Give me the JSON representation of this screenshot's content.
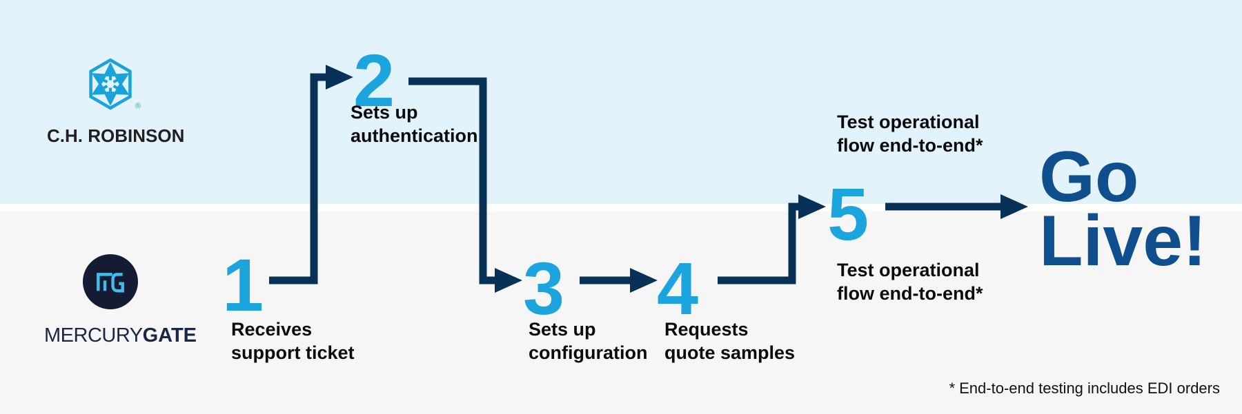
{
  "colors": {
    "top_band": "#e2f3fb",
    "bottom_band": "#f6f6f6",
    "lane_divider": "#ffffff",
    "step_number_blue": "#1ca4df",
    "connector_navy": "#083158",
    "go_live_blue": "#0f4f8d",
    "chr_logo_blue": "#18a3dc",
    "chr_text": "#231f20",
    "mg_circle_navy": "#141b33",
    "mg_monogram_blue": "#47b9ea",
    "mg_text_navy": "#1b2545",
    "label_text": "#0b0b0b"
  },
  "chr": {
    "wordmark": "C.H. ROBINSON",
    "registered_mark": "®"
  },
  "mercurygate": {
    "wordmark_regular": "MERCURY",
    "wordmark_bold": "GATE"
  },
  "steps": [
    {
      "number": "1",
      "lines": [
        "Receives",
        "support ticket"
      ]
    },
    {
      "number": "2",
      "lines": [
        "Sets up",
        "authentication"
      ]
    },
    {
      "number": "3",
      "lines": [
        "Sets up",
        "configuration"
      ]
    },
    {
      "number": "4",
      "lines": [
        "Requests",
        "quote samples"
      ]
    },
    {
      "number": "5",
      "lines": []
    }
  ],
  "test_label_top": {
    "lines": [
      "Test operational",
      "flow end-to-end*"
    ]
  },
  "test_label_bottom": {
    "lines": [
      "Test operational",
      "flow end-to-end*"
    ]
  },
  "go_live": {
    "lines": [
      "Go",
      "Live!"
    ]
  },
  "footnote": "* End-to-end testing includes EDI orders"
}
